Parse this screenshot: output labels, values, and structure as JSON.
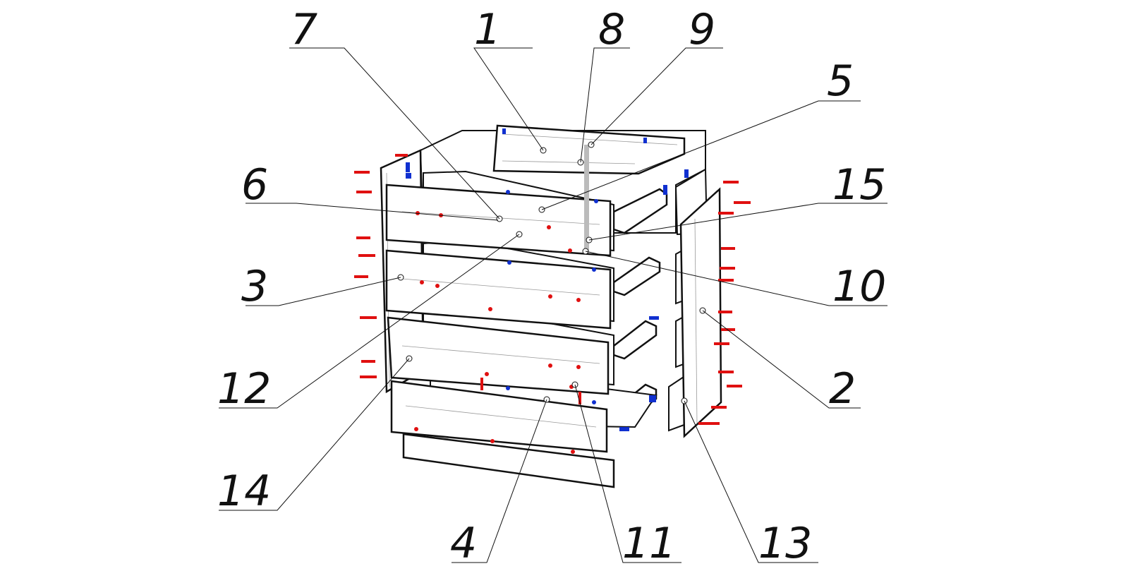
{
  "diagram": {
    "type": "exploded assembly drawing",
    "callouts": {
      "c1": "1",
      "c2": "2",
      "c3": "3",
      "c4": "4",
      "c5": "5",
      "c6": "6",
      "c7": "7",
      "c8": "8",
      "c9": "9",
      "c10": "10",
      "c11": "11",
      "c12": "12",
      "c13": "13",
      "c14": "14",
      "c15": "15"
    },
    "colors": {
      "line": "#111111",
      "screw": "#e01010",
      "fitting": "#1030d0"
    }
  }
}
